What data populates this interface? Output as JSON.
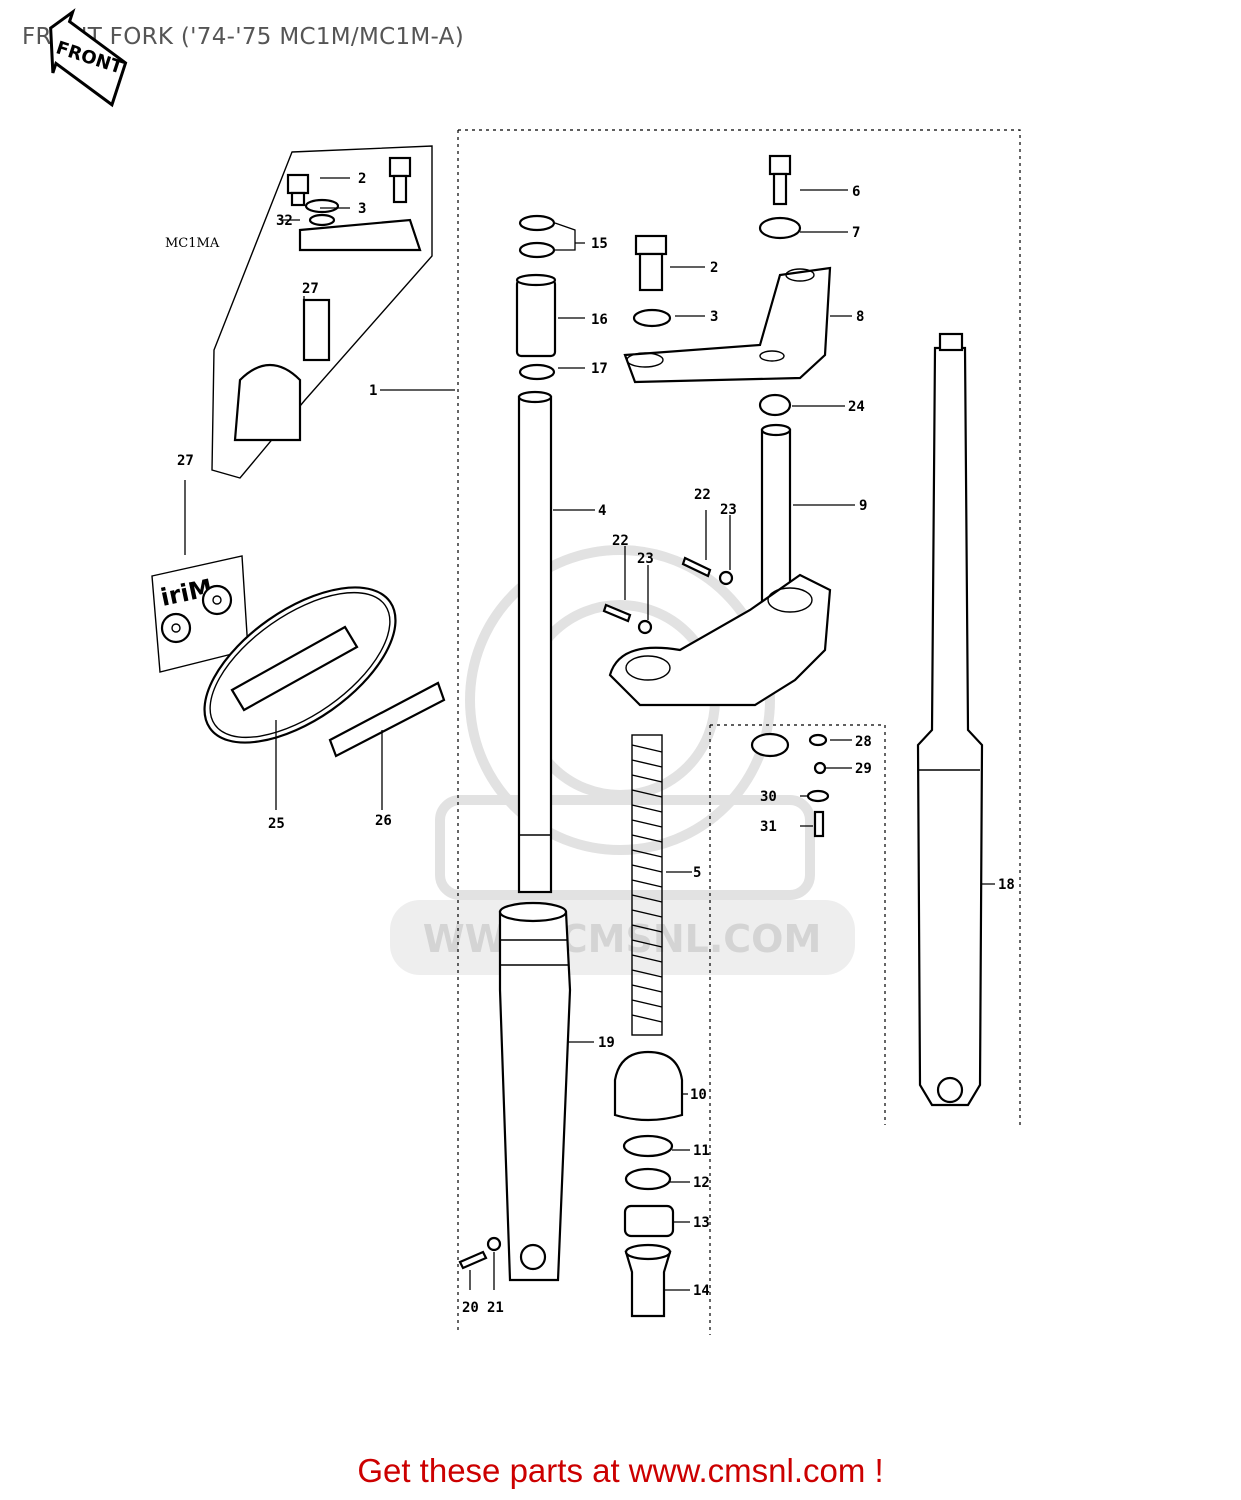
{
  "title": "FRONT FORK ('74-'75 MC1M/MC1M-A)",
  "front_badge": "FRONT",
  "variant_label": "MC1MA",
  "decal_text": "iriM",
  "watermark": "WWW.CMSNL.COM",
  "footer_link": "Get these parts at www.cmsnl.com !",
  "labels": {
    "p1": "1",
    "p2a": "2",
    "p2b": "2",
    "p3a": "3",
    "p3b": "3",
    "p4": "4",
    "p5": "5",
    "p6": "6",
    "p7": "7",
    "p8": "8",
    "p9": "9",
    "p10": "10",
    "p11": "11",
    "p12": "12",
    "p13": "13",
    "p14": "14",
    "p15": "15",
    "p16": "16",
    "p17": "17",
    "p18": "18",
    "p19": "19",
    "p20": "20",
    "p21": "21",
    "p22a": "22",
    "p22b": "22",
    "p23a": "23",
    "p23b": "23",
    "p24": "24",
    "p25": "25",
    "p26": "26",
    "p27a": "27",
    "p27b": "27",
    "p28": "28",
    "p29": "29",
    "p30": "30",
    "p31": "31",
    "p32": "32"
  }
}
